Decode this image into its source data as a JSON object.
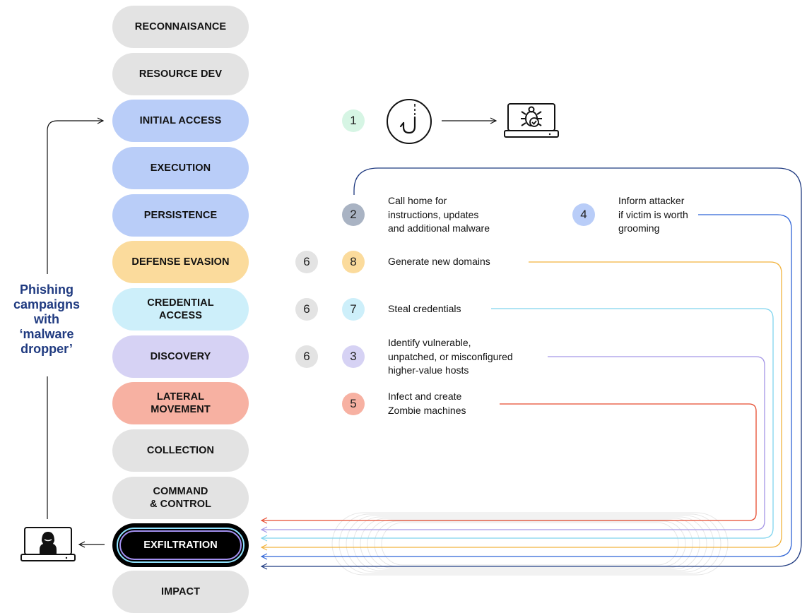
{
  "stages": [
    {
      "label": "RECONNAISANCE",
      "color": "gray"
    },
    {
      "label": "RESOURCE DEV",
      "color": "gray"
    },
    {
      "label": "INITIAL ACCESS",
      "color": "blue"
    },
    {
      "label": "EXECUTION",
      "color": "blue"
    },
    {
      "label": "PERSISTENCE",
      "color": "blue"
    },
    {
      "label": "DEFENSE EVASION",
      "color": "yellow"
    },
    {
      "label": "CREDENTIAL\nACCESS",
      "color": "cyan"
    },
    {
      "label": "DISCOVERY",
      "color": "lav"
    },
    {
      "label": "LATERAL\nMOVEMENT",
      "color": "salmon"
    },
    {
      "label": "COLLECTION",
      "color": "gray"
    },
    {
      "label": "COMMAND\n& CONTROL",
      "color": "gray"
    },
    {
      "label": "EXFILTRATION",
      "color": "exfil"
    },
    {
      "label": "IMPACT",
      "color": "gray"
    }
  ],
  "side_label": "Phishing\ncampaigns\nwith\n‘malware\ndropper’",
  "steps": {
    "s1": {
      "num": "1"
    },
    "s2": {
      "num": "2",
      "text": "Call home for\ninstructions, updates\nand additional malware"
    },
    "s4": {
      "num": "4",
      "text": "Inform attacker\nif victim is worth\ngrooming"
    },
    "s8": {
      "num": "8",
      "text": "Generate new domains",
      "side_num": "6"
    },
    "s7": {
      "num": "7",
      "text": "Steal credentials",
      "side_num": "6"
    },
    "s3": {
      "num": "3",
      "text": "Identify vulnerable,\nunpatched, or misconfigured\nhigher-value hosts",
      "side_num": "6"
    },
    "s5": {
      "num": "5",
      "text": "Infect and create\nZombie machines"
    }
  },
  "colors": {
    "navy": "#1f3a80",
    "green_badge": "#d6f5e4",
    "gray_badge": "#a9b3c3",
    "blue_badge": "#b9cdf8",
    "yellow_line": "#f2b33d",
    "cyan_line": "#7fd4ee",
    "lavender_line": "#a596e6",
    "red_line": "#e64a2e",
    "blue_line": "#2f64d6"
  },
  "icons": [
    "fishing-hook-icon",
    "infected-laptop-icon",
    "hacker-laptop-icon"
  ]
}
